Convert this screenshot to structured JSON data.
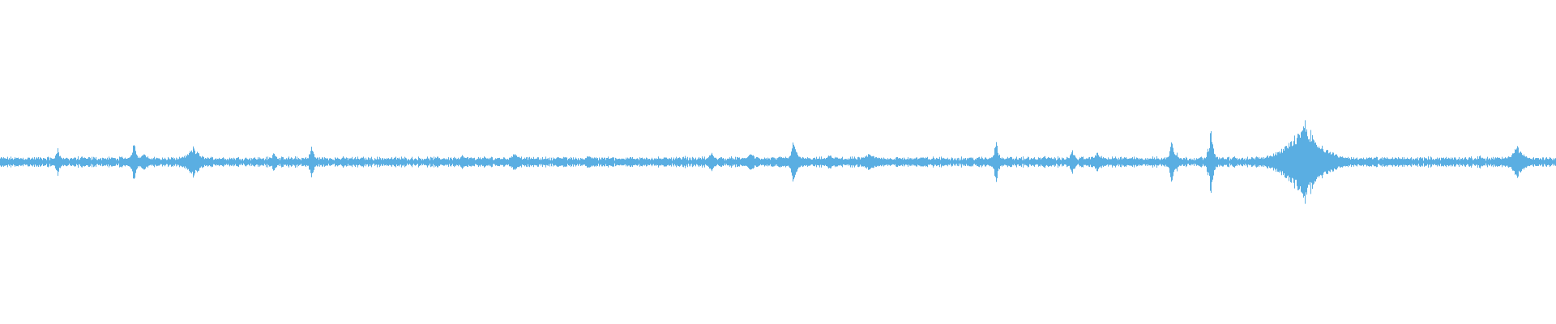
{
  "waveform": {
    "color": "#5aaee2",
    "baseline_amplitude": 0.008,
    "noise_amplitude": 0.006,
    "transients": [
      {
        "t": 0.037,
        "amp": 0.045,
        "dur": 0.002
      },
      {
        "t": 0.086,
        "amp": 0.07,
        "dur": 0.002
      },
      {
        "t": 0.092,
        "amp": 0.03,
        "dur": 0.004
      },
      {
        "t": 0.101,
        "amp": 0.02,
        "dur": 0.002
      },
      {
        "t": 0.124,
        "amp": 0.05,
        "dur": 0.006
      },
      {
        "t": 0.176,
        "amp": 0.04,
        "dur": 0.002
      },
      {
        "t": 0.2,
        "amp": 0.055,
        "dur": 0.002
      },
      {
        "t": 0.297,
        "amp": 0.025,
        "dur": 0.002
      },
      {
        "t": 0.331,
        "amp": 0.035,
        "dur": 0.004
      },
      {
        "t": 0.36,
        "amp": 0.015,
        "dur": 0.002
      },
      {
        "t": 0.378,
        "amp": 0.025,
        "dur": 0.003
      },
      {
        "t": 0.405,
        "amp": 0.02,
        "dur": 0.002
      },
      {
        "t": 0.412,
        "amp": 0.015,
        "dur": 0.002
      },
      {
        "t": 0.427,
        "amp": 0.015,
        "dur": 0.002
      },
      {
        "t": 0.44,
        "amp": 0.02,
        "dur": 0.002
      },
      {
        "t": 0.457,
        "amp": 0.04,
        "dur": 0.002
      },
      {
        "t": 0.482,
        "amp": 0.035,
        "dur": 0.004
      },
      {
        "t": 0.51,
        "amp": 0.09,
        "dur": 0.002
      },
      {
        "t": 0.533,
        "amp": 0.025,
        "dur": 0.004
      },
      {
        "t": 0.559,
        "amp": 0.03,
        "dur": 0.006
      },
      {
        "t": 0.572,
        "amp": 0.015,
        "dur": 0.002
      },
      {
        "t": 0.578,
        "amp": 0.015,
        "dur": 0.002
      },
      {
        "t": 0.64,
        "amp": 0.07,
        "dur": 0.002
      },
      {
        "t": 0.671,
        "amp": 0.025,
        "dur": 0.002
      },
      {
        "t": 0.689,
        "amp": 0.045,
        "dur": 0.002
      },
      {
        "t": 0.705,
        "amp": 0.03,
        "dur": 0.006
      },
      {
        "t": 0.73,
        "amp": 0.012,
        "dur": 0.004
      },
      {
        "t": 0.753,
        "amp": 0.08,
        "dur": 0.002
      },
      {
        "t": 0.756,
        "amp": 0.035,
        "dur": 0.002
      },
      {
        "t": 0.778,
        "amp": 0.11,
        "dur": 0.002
      },
      {
        "t": 0.838,
        "amp": 0.14,
        "dur": 0.012
      },
      {
        "t": 0.864,
        "amp": 0.015,
        "dur": 0.002
      },
      {
        "t": 0.901,
        "amp": 0.015,
        "dur": 0.002
      },
      {
        "t": 0.951,
        "amp": 0.025,
        "dur": 0.002
      },
      {
        "t": 0.975,
        "amp": 0.055,
        "dur": 0.005
      }
    ]
  }
}
